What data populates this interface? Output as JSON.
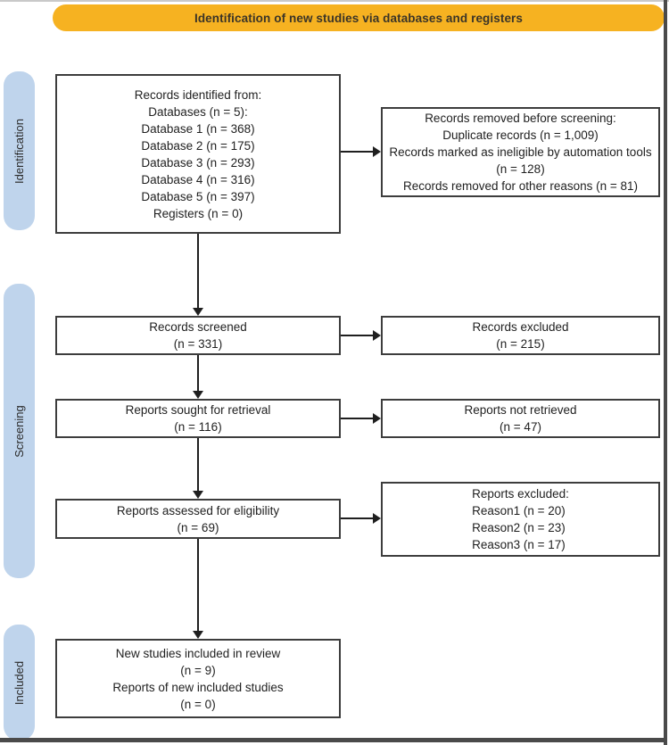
{
  "colors": {
    "header_bg": "#F6B221",
    "stage_pill_bg": "#BFD4EC",
    "box_border": "#3D3D3D",
    "arrow": "#1F1F1F",
    "page_edge": "#4A4A4A"
  },
  "header": {
    "label": "Identification of new studies via databases and registers"
  },
  "stages": [
    {
      "label": "Identification"
    },
    {
      "label": "Screening"
    },
    {
      "label": "Included"
    }
  ],
  "boxes": {
    "records_identified": {
      "lines": [
        "Records identified from:",
        "Databases (n = 5):",
        "Database 1 (n = 368)",
        "Database 2 (n = 175)",
        "Database 3 (n = 293)",
        "Database 4 (n = 316)",
        "Database 5 (n = 397)",
        "Registers (n = 0)"
      ]
    },
    "records_removed": {
      "lines": [
        "Records removed before screening:",
        "Duplicate records (n = 1,009)",
        "Records marked as ineligible by automation tools (n = 128)",
        "Records removed for other reasons (n = 81)"
      ]
    },
    "records_screened": {
      "lines": [
        "Records screened",
        "(n = 331)"
      ]
    },
    "records_excluded": {
      "lines": [
        "Records excluded",
        "(n = 215)"
      ]
    },
    "reports_sought": {
      "lines": [
        "Reports sought for retrieval",
        "(n = 116)"
      ]
    },
    "reports_not_retrieved": {
      "lines": [
        "Reports not retrieved",
        "(n = 47)"
      ]
    },
    "reports_assessed": {
      "lines": [
        "Reports assessed for eligibility",
        "(n = 69)"
      ]
    },
    "reports_excluded": {
      "lines": [
        "Reports excluded:",
        "Reason1 (n = 20)",
        "Reason2 (n = 23)",
        "Reason3 (n = 17)"
      ]
    },
    "included": {
      "lines": [
        "New studies included in review",
        "(n = 9)",
        "Reports of new included studies",
        "(n = 0)"
      ]
    }
  }
}
